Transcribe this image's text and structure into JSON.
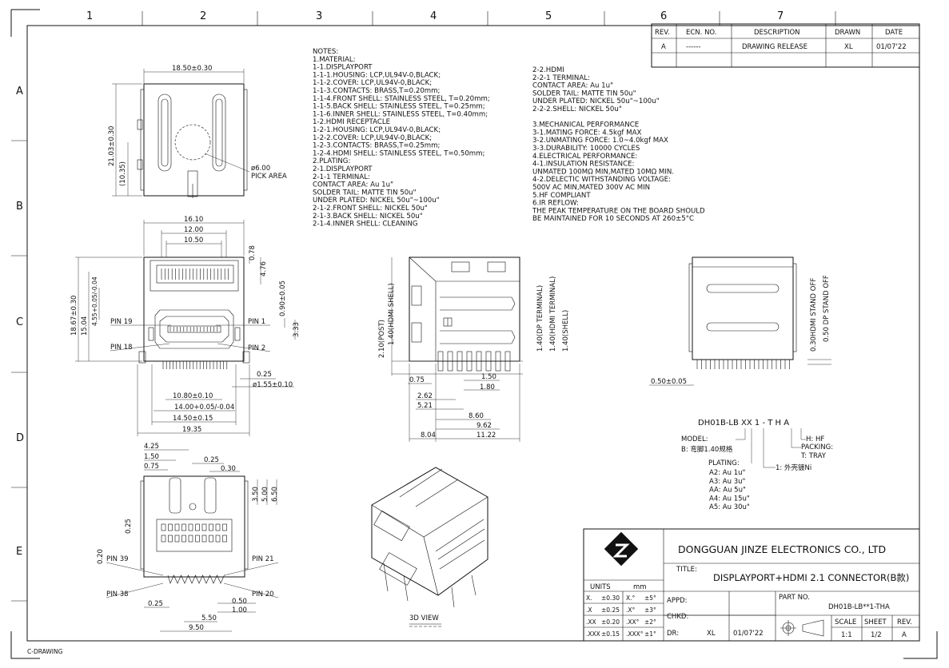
{
  "frame": {
    "columns": [
      "1",
      "2",
      "3",
      "4",
      "5",
      "6",
      "7"
    ],
    "rows": [
      "A",
      "B",
      "C",
      "D",
      "E"
    ],
    "footer": "C-DRAWING"
  },
  "revision_table": {
    "headers": [
      "REV.",
      "ECN. NO.",
      "DESCRIPTION",
      "DRAWN",
      "DATE"
    ],
    "row": [
      "A",
      "------",
      "DRAWING RELEASE",
      "XL",
      "01/07'22"
    ]
  },
  "notes_left": [
    "NOTES:",
    "1.MATERIAL:",
    " 1-1.DISPLAYPORT",
    "  1-1-1.HOUSING: LCP,UL94V-0,BLACK;",
    "  1-1-2.COVER: LCP,UL94V-0,BLACK;",
    "  1-1-3.CONTACTS: BRASS,T=0.20mm;",
    "  1-1-4.FRONT SHELL: STAINLESS STEEL, T=0.20mm;",
    "  1-1-5.BACK SHELL: STAINLESS STEEL, T=0.25mm;",
    "  1-1-6.INNER SHELL: STAINLESS STEEL, T=0.40mm;",
    " 1-2.HDMI RECEPTACLE",
    "  1-2-1.HOUSING: LCP,UL94V-0,BLACK;",
    "  1-2-2.COVER: LCP,UL94V-0,BLACK;",
    "  1-2-3.CONTACTS: BRASS,T=0.25mm;",
    "  1-2-4.HDMI SHELL: STAINLESS STEEL, T=0.50mm;",
    "2.PLATING:",
    " 2-1.DISPLAYPORT",
    "  2-1-1 TERMINAL:",
    "         CONTACT AREA: Au 1u\"",
    "         SOLDER TAIL: MATTE TIN 50u\"",
    "         UNDER PLATED: NICKEL 50u\"~100u\"",
    "  2-1-2.FRONT SHELL: NICKEL 50u\"",
    "  2-1-3.BACK SHELL: NICKEL 50u\"",
    "  2-1-4.INNER SHELL: CLEANING"
  ],
  "notes_right": [
    "2-2.HDMI",
    " 2-2-1 TERMINAL:",
    "        CONTACT AREA: Au 1u\"",
    "        SOLDER TAIL: MATTE TIN 50u\"",
    "        UNDER PLATED: NICKEL 50u\"~100u\"",
    " 2-2-2.SHELL: NICKEL 50u\"",
    "",
    "3.MECHANICAL PERFORMANCE",
    " 3-1.MATING FORCE: 4.5kgf MAX",
    " 3-2.UNMATING FORCE: 1.0~4.0kgf MAX",
    " 3-3.DURABILITY: 10000 CYCLES",
    "4.ELECTRICAL PERFORMANCE:",
    " 4-1.INSULATION RESISTANCE:",
    "      UNMATED 100MΩ MIN,MATED 10MΩ MIN.",
    " 4-2.DELECTIC WITHSTANDING VOLTAGE:",
    "      500V AC MIN,MATED 300V AC MIN",
    "5.HF COMPLIANT",
    "6.IR REFLOW:",
    " THE PEAK TEMPERATURE ON THE BOARD SHOULD",
    " BE MAINTAINED FOR 10 SECONDS AT 260±5°C"
  ],
  "top_view": {
    "width_dim": "18.50±0.30",
    "height_dim": "21.03±0.30",
    "inner_dim": "(10.35)",
    "pick_area": "ø6.00",
    "pick_label": "PICK AREA"
  },
  "front_view": {
    "dims_top": [
      "16.10",
      "12.00",
      "10.50"
    ],
    "dims_right_top": [
      "0.78",
      "4.76"
    ],
    "dims_left": [
      "18.67±0.30",
      "15.04",
      "4.55+0.05/-0.04"
    ],
    "dims_right": [
      "0.90±0.05",
      "3.33"
    ],
    "pins": [
      "PIN 19",
      "PIN 18",
      "PIN 1",
      "PIN 2"
    ],
    "dim_025": "0.25",
    "dim_155": "ø1.55±0.10",
    "dims_bottom": [
      "10.80±0.10",
      "14.00+0.05/-0.04",
      "14.50±0.15",
      "19.35"
    ]
  },
  "side_view": {
    "dims_left": [
      "2.10(POST)",
      "1.40(HDMI SHELL)"
    ],
    "dims_right": [
      "1.40(DP TERMINAL)",
      "1.40(HDMI TERMINAL)",
      "1.40(SHELL)"
    ],
    "dims_bottom": [
      "0.75",
      "1.50",
      "1.80",
      "2.62",
      "5.21",
      "8.60",
      "9.62",
      "8.04",
      "11.22"
    ]
  },
  "back_view": {
    "dims_right": [
      "0.30HDMI STAND OFF",
      "0.50 DP STAND OFF"
    ],
    "dim_bottom": "0.50±0.05"
  },
  "pin_view": {
    "dims_top": [
      "4.25",
      "1.50",
      "0.75",
      "0.25",
      "0.30"
    ],
    "dims_right": [
      "3.50",
      "5.00",
      "6.50"
    ],
    "dim_left_025": "0.25",
    "dim_020": "0.20",
    "pins": [
      "PIN 39",
      "PIN 38",
      "PIN 21",
      "PIN 20"
    ],
    "dims_bottom": [
      "0.25",
      "0.50",
      "1.00",
      "5.50",
      "9.50"
    ]
  },
  "iso_view": {
    "label": "3D VIEW"
  },
  "part_code": {
    "code": "DH01B-LB XX 1 - T H A",
    "model_label": "MODEL:",
    "model_desc": "B: 弯脚1.40规格",
    "hf": "H: HF",
    "packing": "PACKING:",
    "tray": "T: TRAY",
    "plating": "PLATING:",
    "shell": "1: 外壳镀Ni",
    "plating_options": [
      "A2: Au 1u\"",
      "A3: Au 3u\"",
      "AA: Au 5u\"",
      "A4: Au 15u\"",
      "A5: Au 30u\""
    ]
  },
  "title_block": {
    "company": "DONGGUAN JINZE ELECTRONICS CO., LTD",
    "title_label": "TITLE:",
    "title": "DISPLAYPORT+HDMI 2.1 CONNECTOR(B款)",
    "units_label": "UNITS",
    "units": "mm",
    "tolerances": [
      [
        "X.",
        "±0.30",
        "X.°",
        "±5°"
      ],
      [
        ".X",
        "±0.25",
        ".X°",
        "±3°"
      ],
      [
        ".XX",
        "±0.20",
        ".XX°",
        "±2°"
      ],
      [
        ".XXX",
        "±0.15",
        ".XXX°",
        "±1°"
      ]
    ],
    "appd": "APPD:",
    "chkd": "CHKD:",
    "dr": "DR:",
    "dr_name": "XL",
    "dr_date": "01/07'22",
    "part_no_label": "PART NO.",
    "part_no": "DH01B-LB**1-THA",
    "scale_label": "SCALE",
    "sheet_label": "SHEET",
    "rev_label": "REV.",
    "scale": "1:1",
    "sheet": "1/2",
    "rev": "A"
  }
}
